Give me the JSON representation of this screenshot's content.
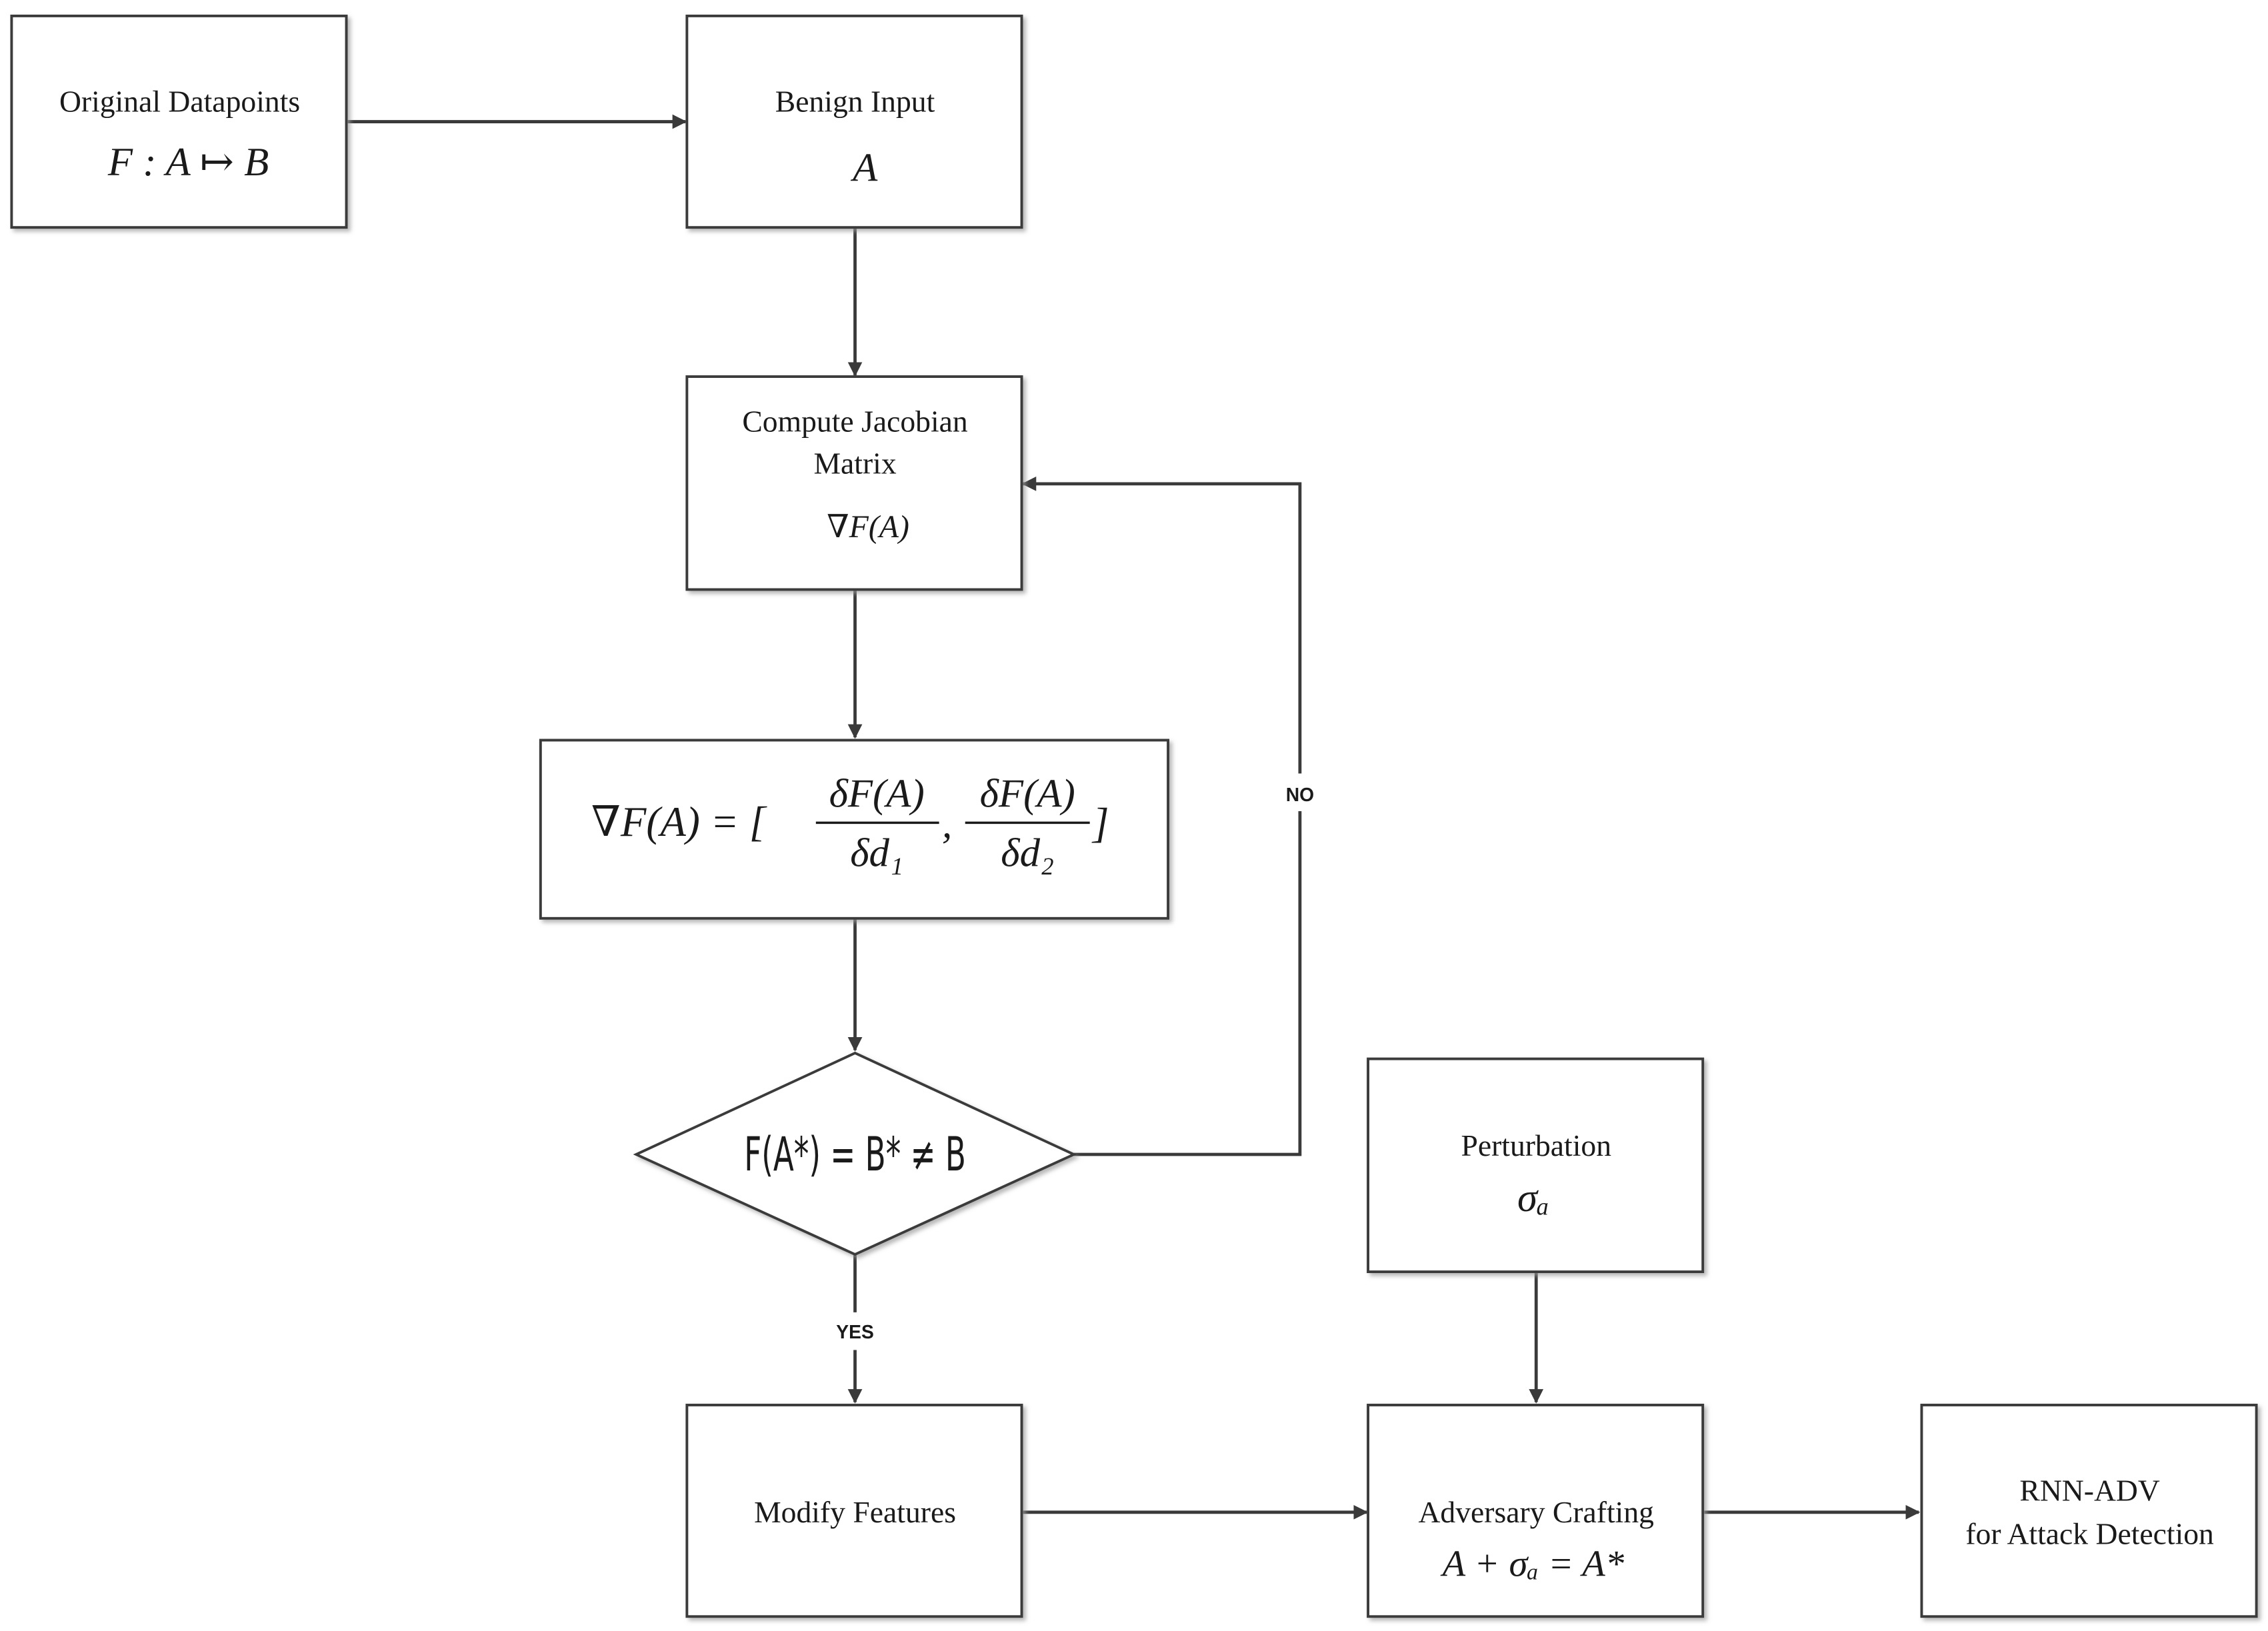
{
  "nodes": {
    "original": {
      "label": "Original Datapoints",
      "formula": "F : A ↦ B"
    },
    "benign": {
      "label": "Benign Input",
      "formula": "A"
    },
    "jacobian": {
      "label_line1": "Compute Jacobian",
      "label_line2": "Matrix",
      "formula": "∇F(A)"
    },
    "gradient": {
      "lhs": "∇F(A) = [",
      "frac1_num": "δF(A)",
      "frac1_den": "δd₁",
      "sep": ",",
      "frac2_num": "δF(A)",
      "frac2_den": "δd₂",
      "rhs": "]"
    },
    "decision": {
      "formula": "F(A*) = B* ≠ B"
    },
    "perturbation": {
      "label": "Perturbation",
      "formula": "σₐ"
    },
    "modify": {
      "label": "Modify Features"
    },
    "adversary": {
      "label": "Adversary Crafting",
      "formula": "A + σₐ = A*"
    },
    "rnn": {
      "label_line1": "RNN-ADV",
      "label_line2": "for Attack Detection"
    }
  },
  "edges": {
    "yes_label": "YES",
    "no_label": "NO"
  },
  "colors": {
    "stroke": "#3a3a3a",
    "text": "#1a1a1a",
    "background": "#ffffff"
  }
}
